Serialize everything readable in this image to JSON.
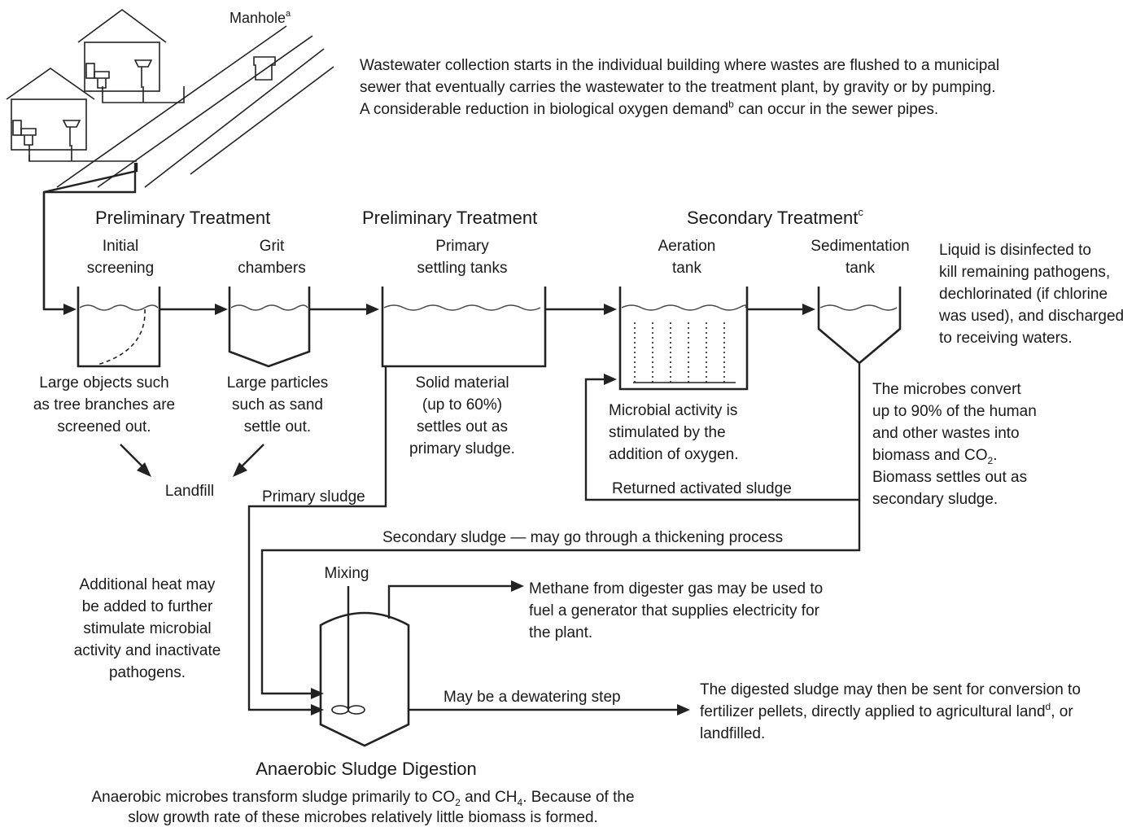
{
  "top": {
    "manhole_label": "Manhole",
    "manhole_sup": "a",
    "intro_lines": [
      "Wastewater collection starts in the individual building where wastes are flushed to a municipal",
      "sewer that eventually carries the wastewater to the treatment plant, by gravity or by pumping.",
      "A considerable reduction in biological oxygen demand",
      "b",
      " can occur in the sewer pipes."
    ]
  },
  "stages": {
    "preliminary_1": "Preliminary Treatment",
    "preliminary_2": "Preliminary Treatment",
    "secondary": "Secondary Treatment",
    "secondary_sup": "c"
  },
  "units": {
    "screening": [
      "Initial",
      "screening"
    ],
    "grit": [
      "Grit",
      "chambers"
    ],
    "primary": [
      "Primary",
      "settling tanks"
    ],
    "aeration": [
      "Aeration",
      "tank"
    ],
    "sedimentation": [
      "Sedimentation",
      "tank"
    ]
  },
  "notes": {
    "screening": [
      "Large objects such",
      "as tree branches are",
      "screened out."
    ],
    "grit": [
      "Large particles",
      "such as sand",
      "settle out."
    ],
    "primary": [
      "Solid material",
      "(up to 60%)",
      "settles out as",
      "primary sludge."
    ],
    "aeration": [
      "Microbial activity is",
      "stimulated by the",
      "addition of oxygen."
    ],
    "disinfect": [
      "Liquid is disinfected to",
      "kill remaining pathogens,",
      "dechlorinated (if chlorine",
      "was used), and discharged",
      "to receiving waters."
    ],
    "microbes": [
      "The microbes convert",
      "up to 90% of the human",
      "and other wastes into",
      "biomass and CO",
      "2",
      ".",
      "Biomass settles out as",
      "secondary sludge."
    ],
    "heat": [
      "Additional heat may",
      "be added to further",
      "stimulate microbial",
      "activity and inactivate",
      "pathogens."
    ],
    "methane": [
      "Methane from digester gas may be used to",
      "fuel a generator that supplies electricity for",
      "the plant."
    ],
    "digested": [
      "The digested sludge may then be sent for conversion to",
      "fertilizer pellets, directly applied to agricultural land",
      "d",
      ", or",
      "landfilled."
    ]
  },
  "flows": {
    "landfill": "Landfill",
    "primary_sludge": "Primary sludge",
    "returned": "Returned activated sludge",
    "secondary_sludge": "Secondary sludge — may go through a thickening process",
    "mixing": "Mixing",
    "dewatering": "May be a dewatering step"
  },
  "digestion": {
    "title": "Anaerobic Sludge Digestion",
    "desc_1a": "Anaerobic microbes transform sludge primarily to CO",
    "desc_1b": "2",
    "desc_1c": " and CH",
    "desc_1d": "4",
    "desc_1e": ". Because of the",
    "desc_2": "slow growth rate of these microbes relatively little biomass is formed."
  }
}
